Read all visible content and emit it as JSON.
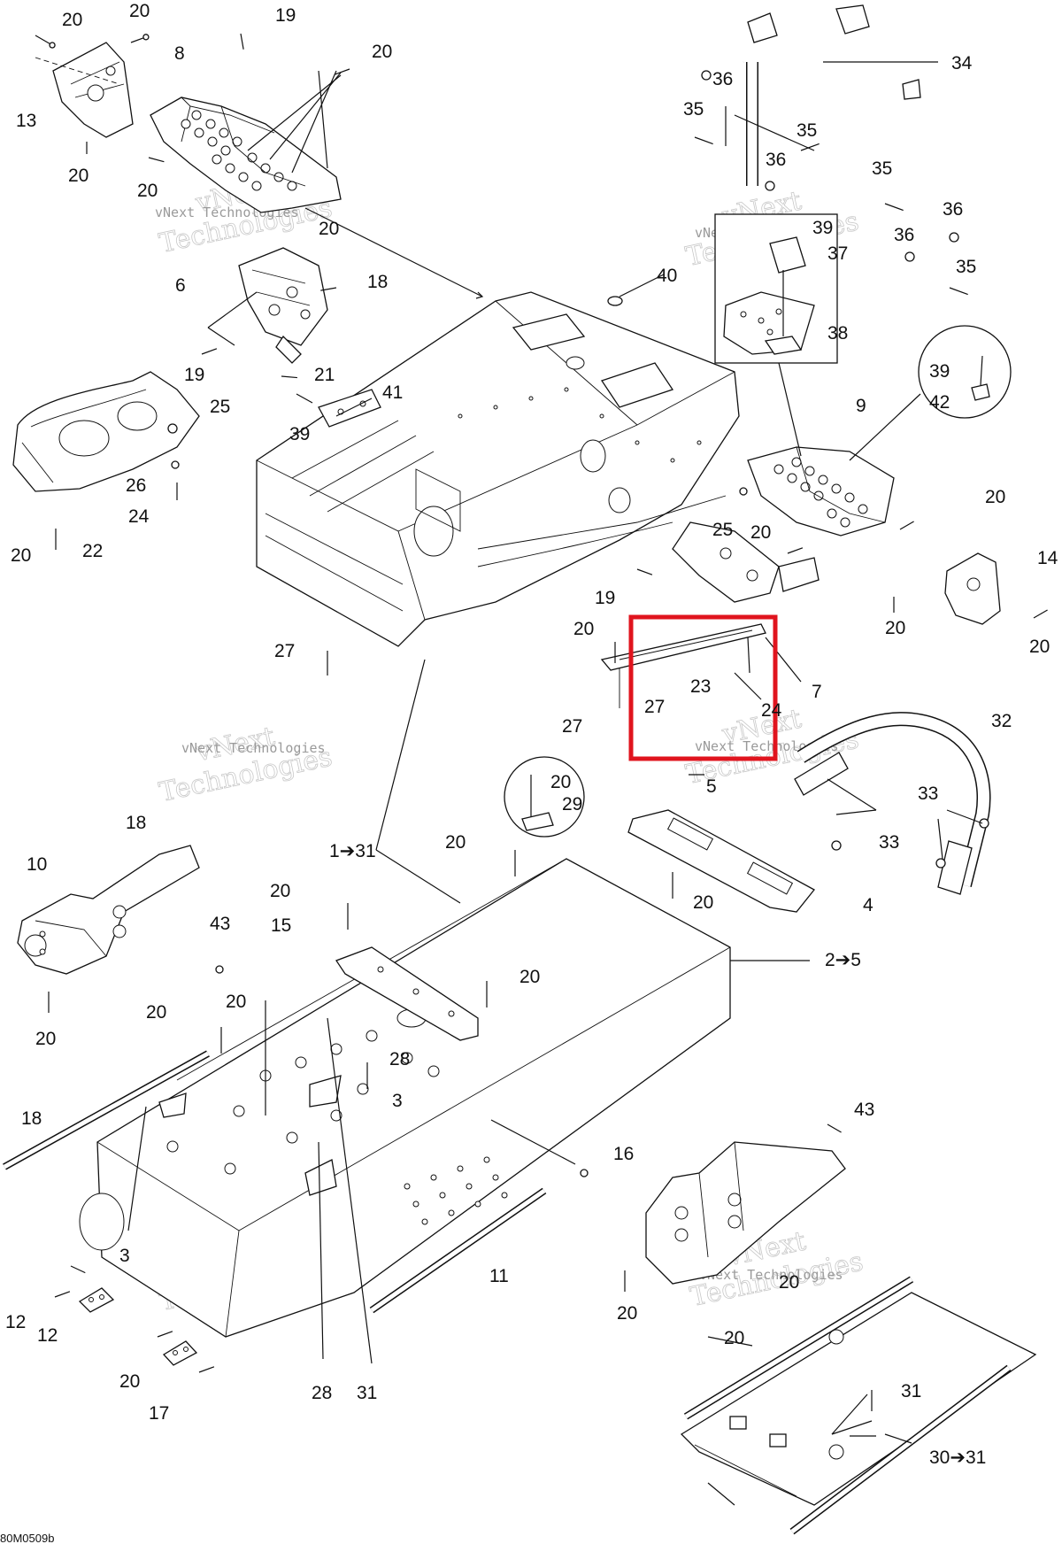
{
  "watermark": {
    "line1": "vNext",
    "line2": "Technologies",
    "small": "vNext Technologies"
  },
  "drawing_code": "80M0509b",
  "highlight_color": "#e0141e",
  "callouts": [
    {
      "id": "c1",
      "text": "20"
    },
    {
      "id": "c2",
      "text": "20"
    },
    {
      "id": "c3",
      "text": "19"
    },
    {
      "id": "c4",
      "text": "20"
    },
    {
      "id": "c5",
      "text": "8"
    },
    {
      "id": "c6",
      "text": "13"
    },
    {
      "id": "c7",
      "text": "20"
    },
    {
      "id": "c8",
      "text": "20"
    },
    {
      "id": "c9",
      "text": "20"
    },
    {
      "id": "c10",
      "text": "6"
    },
    {
      "id": "c11",
      "text": "18"
    },
    {
      "id": "c12",
      "text": "19"
    },
    {
      "id": "c13",
      "text": "21"
    },
    {
      "id": "c14",
      "text": "34"
    },
    {
      "id": "c15",
      "text": "36"
    },
    {
      "id": "c16",
      "text": "35"
    },
    {
      "id": "c17",
      "text": "35"
    },
    {
      "id": "c18",
      "text": "36"
    },
    {
      "id": "c19",
      "text": "35"
    },
    {
      "id": "c20",
      "text": "36"
    },
    {
      "id": "c21",
      "text": "36"
    },
    {
      "id": "c22",
      "text": "35"
    },
    {
      "id": "c23",
      "text": "39"
    },
    {
      "id": "c24",
      "text": "37"
    },
    {
      "id": "c25",
      "text": "38"
    },
    {
      "id": "c26",
      "text": "40"
    },
    {
      "id": "c27",
      "text": "41"
    },
    {
      "id": "c28",
      "text": "39"
    },
    {
      "id": "c29",
      "text": "25"
    },
    {
      "id": "c30",
      "text": "26"
    },
    {
      "id": "c31",
      "text": "24"
    },
    {
      "id": "c32",
      "text": "20"
    },
    {
      "id": "c33",
      "text": "22"
    },
    {
      "id": "c34",
      "text": "39"
    },
    {
      "id": "c35",
      "text": "42"
    },
    {
      "id": "c36",
      "text": "9"
    },
    {
      "id": "c37",
      "text": "25"
    },
    {
      "id": "c38",
      "text": "20"
    },
    {
      "id": "c39",
      "text": "20"
    },
    {
      "id": "c40",
      "text": "14"
    },
    {
      "id": "c41",
      "text": "19"
    },
    {
      "id": "c42",
      "text": "20"
    },
    {
      "id": "c43",
      "text": "20"
    },
    {
      "id": "c44",
      "text": "27"
    },
    {
      "id": "c45",
      "text": "20"
    },
    {
      "id": "c46",
      "text": "23"
    },
    {
      "id": "c47",
      "text": "7"
    },
    {
      "id": "c48",
      "text": "27"
    },
    {
      "id": "c49",
      "text": "24"
    },
    {
      "id": "c50",
      "text": "27"
    },
    {
      "id": "c51",
      "text": "32"
    },
    {
      "id": "c52",
      "text": "5"
    },
    {
      "id": "c53",
      "text": "33"
    },
    {
      "id": "c54",
      "text": "33"
    },
    {
      "id": "c55",
      "text": "20"
    },
    {
      "id": "c56",
      "text": "29"
    },
    {
      "id": "c57",
      "text": "18"
    },
    {
      "id": "c58",
      "text": "1➔31"
    },
    {
      "id": "c59",
      "text": "20"
    },
    {
      "id": "c60",
      "text": "10"
    },
    {
      "id": "c61",
      "text": "20"
    },
    {
      "id": "c62",
      "text": "15"
    },
    {
      "id": "c63",
      "text": "43"
    },
    {
      "id": "c64",
      "text": "20"
    },
    {
      "id": "c65",
      "text": "4"
    },
    {
      "id": "c66",
      "text": "2➔5"
    },
    {
      "id": "c67",
      "text": "20"
    },
    {
      "id": "c68",
      "text": "20"
    },
    {
      "id": "c69",
      "text": "20"
    },
    {
      "id": "c70",
      "text": "28"
    },
    {
      "id": "c71",
      "text": "20"
    },
    {
      "id": "c72",
      "text": "3"
    },
    {
      "id": "c73",
      "text": "18"
    },
    {
      "id": "c74",
      "text": "43"
    },
    {
      "id": "c75",
      "text": "16"
    },
    {
      "id": "c76",
      "text": "3"
    },
    {
      "id": "c77",
      "text": "11"
    },
    {
      "id": "c78",
      "text": "20"
    },
    {
      "id": "c79",
      "text": "20"
    },
    {
      "id": "c80",
      "text": "12"
    },
    {
      "id": "c81",
      "text": "12"
    },
    {
      "id": "c82",
      "text": "20"
    },
    {
      "id": "c83",
      "text": "17"
    },
    {
      "id": "c84",
      "text": "28"
    },
    {
      "id": "c85",
      "text": "31"
    },
    {
      "id": "c86",
      "text": "20"
    },
    {
      "id": "c87",
      "text": "31"
    },
    {
      "id": "c88",
      "text": "30➔31"
    }
  ]
}
